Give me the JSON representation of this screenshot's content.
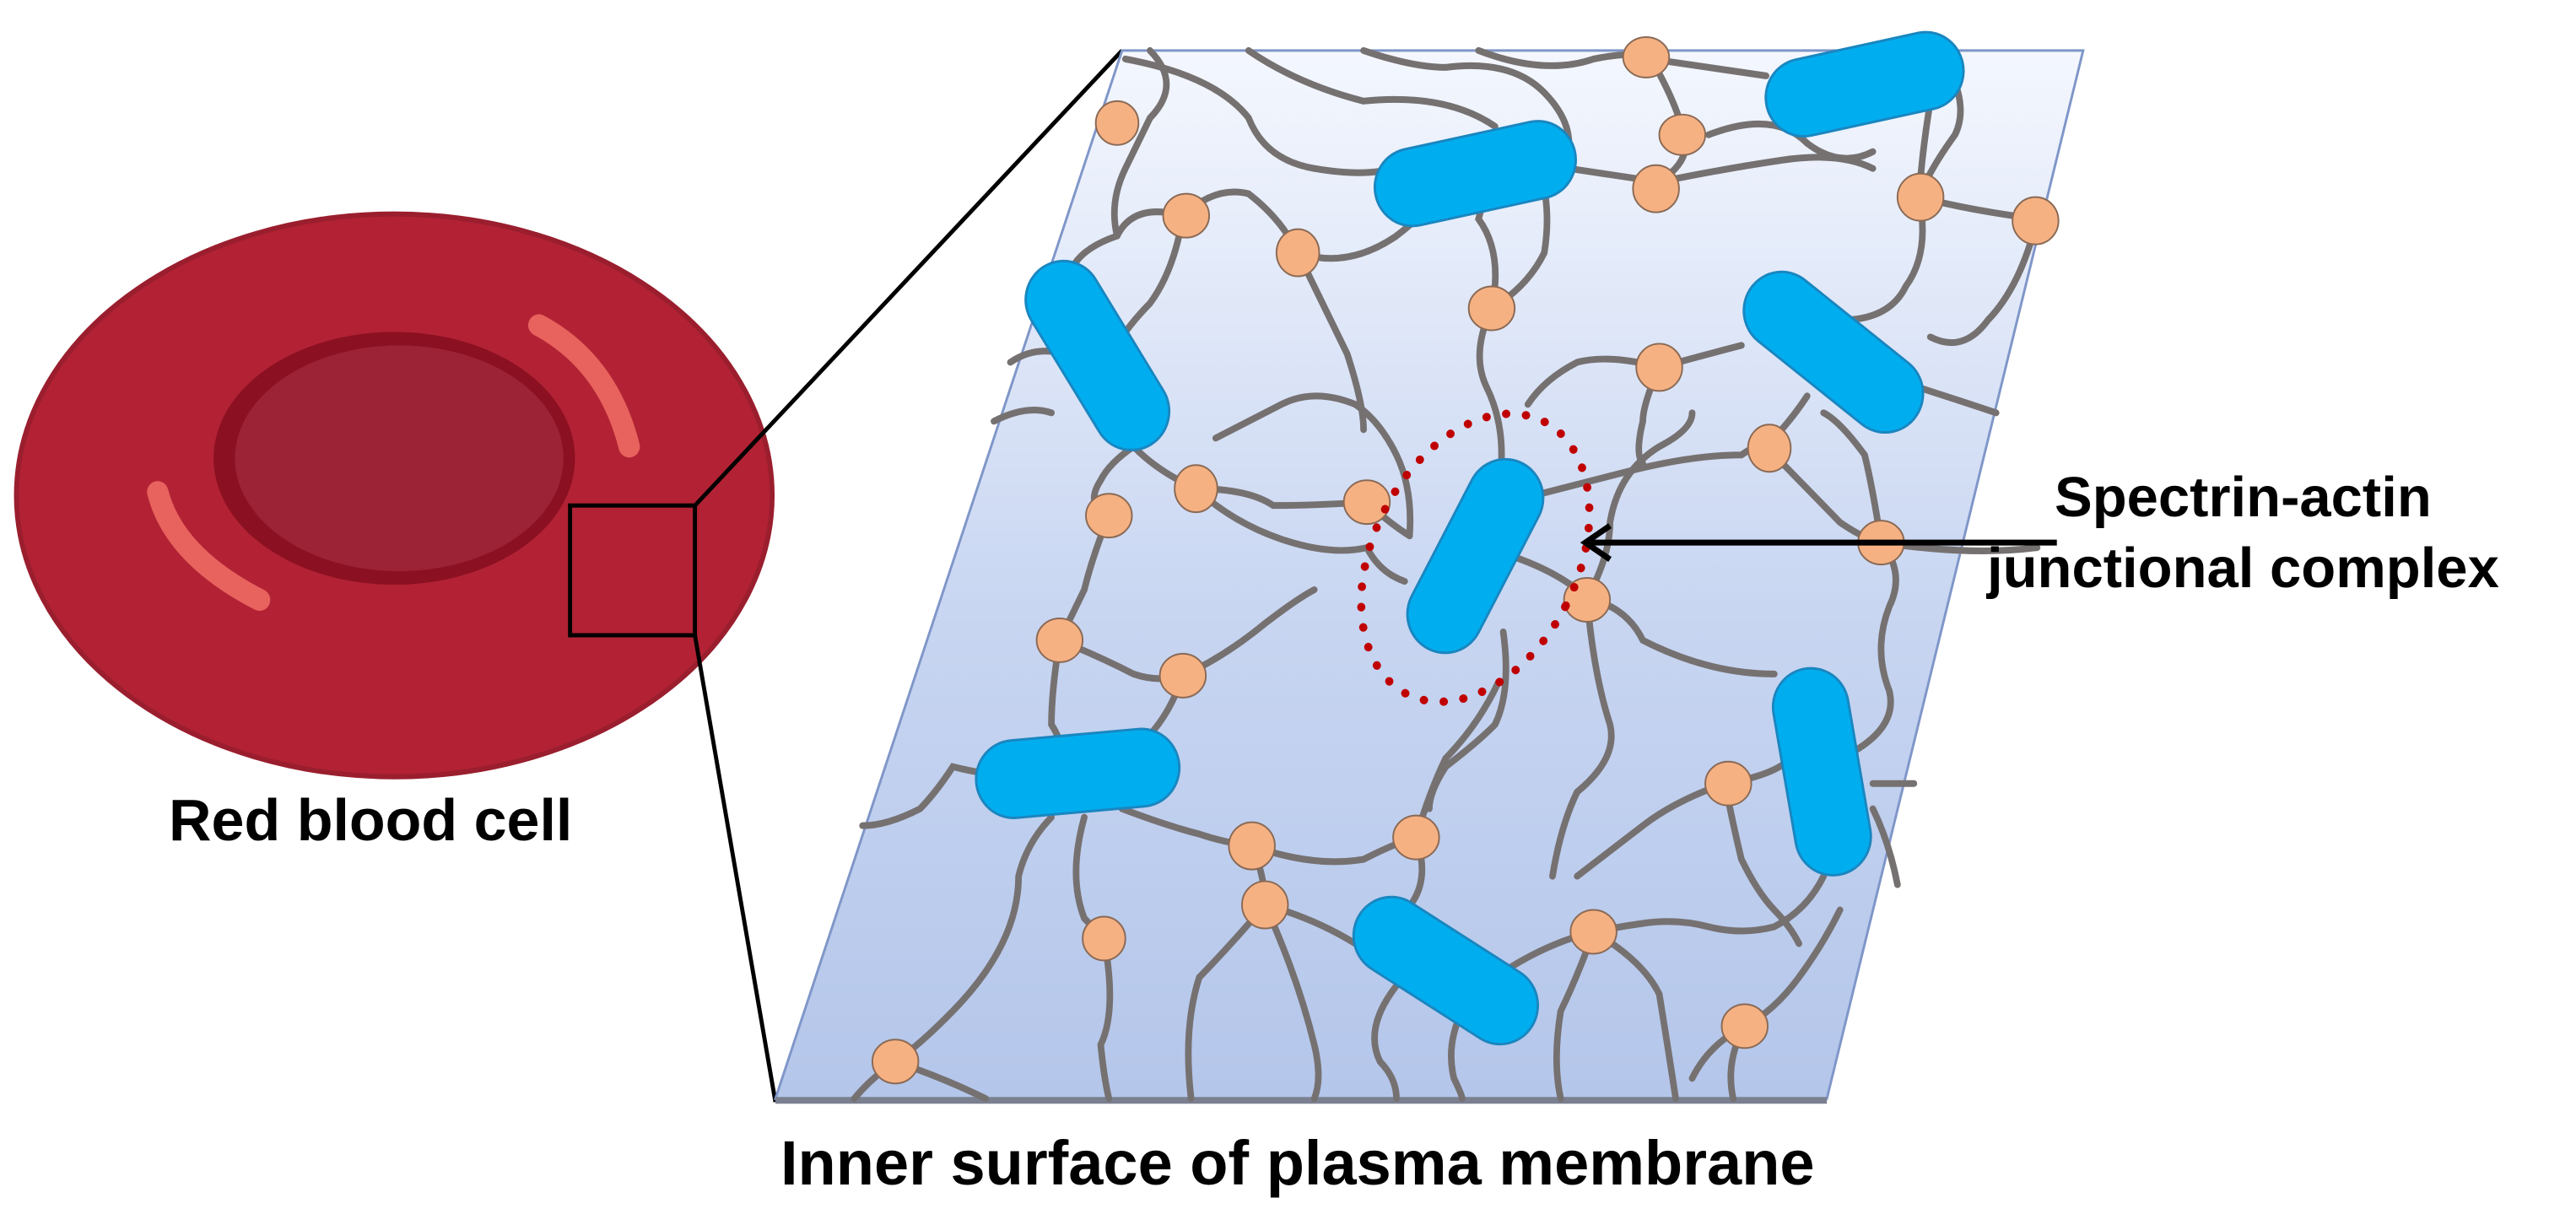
{
  "labels": {
    "red_blood_cell": "Red blood cell",
    "junction_line1": "Spectrin-actin",
    "junction_line2": "junctional complex",
    "membrane": "Inner surface of plasma membrane"
  },
  "colors": {
    "cell_outer": "#b22234",
    "cell_inner": "#9b2335",
    "cell_highlight": "#e8625e",
    "membrane_top": "#f3f6fd",
    "membrane_bottom": "#b7c8ea",
    "actin_filament": "#00aeef",
    "band_protein": "#f6b183",
    "spectrin_strand": "#767171",
    "junction_outline": "#c00000"
  },
  "icons": {
    "cell": "red-blood-cell-icon",
    "actin": "actin-filament-icon",
    "protein": "band-protein-icon"
  }
}
